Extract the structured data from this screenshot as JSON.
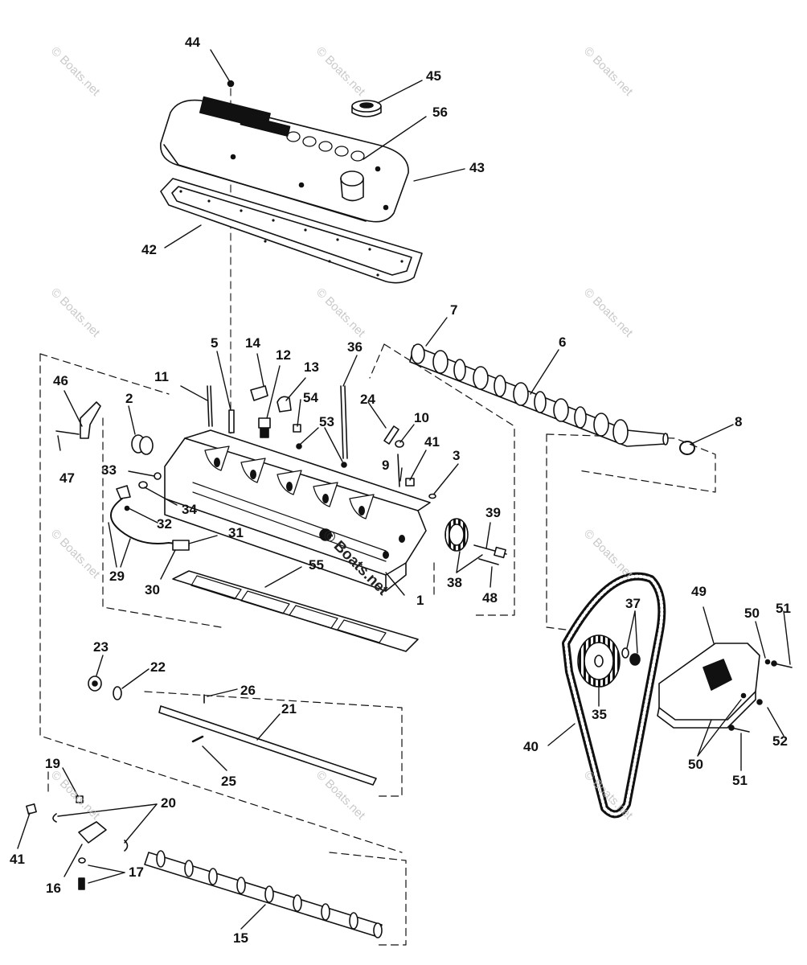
{
  "watermark_text": "© Boats.net",
  "callouts": {
    "c1": "1",
    "c2": "2",
    "c3": "3",
    "c5": "5",
    "c6": "6",
    "c7": "7",
    "c8": "8",
    "c9": "9",
    "c10": "10",
    "c11": "11",
    "c12": "12",
    "c13": "13",
    "c14": "14",
    "c15": "15",
    "c16": "16",
    "c17": "17",
    "c19": "19",
    "c20": "20",
    "c21": "21",
    "c22": "22",
    "c23": "23",
    "c24": "24",
    "c25": "25",
    "c26": "26",
    "c29": "29",
    "c30": "30",
    "c31": "31",
    "c32": "32",
    "c33": "33",
    "c34": "34",
    "c35": "35",
    "c36": "36",
    "c37": "37",
    "c38": "38",
    "c39": "39",
    "c40": "40",
    "c41a": "41",
    "c41b": "41",
    "c42": "42",
    "c43": "43",
    "c44": "44",
    "c45": "45",
    "c46": "46",
    "c47": "47",
    "c48": "48",
    "c49": "49",
    "c50a": "50",
    "c50b": "50",
    "c51a": "51",
    "c51b": "51",
    "c52": "52",
    "c53": "53",
    "c54": "54",
    "c55": "55",
    "c56": "56"
  },
  "colors": {
    "ink": "#111111",
    "watermark": "#b8b8b8"
  }
}
